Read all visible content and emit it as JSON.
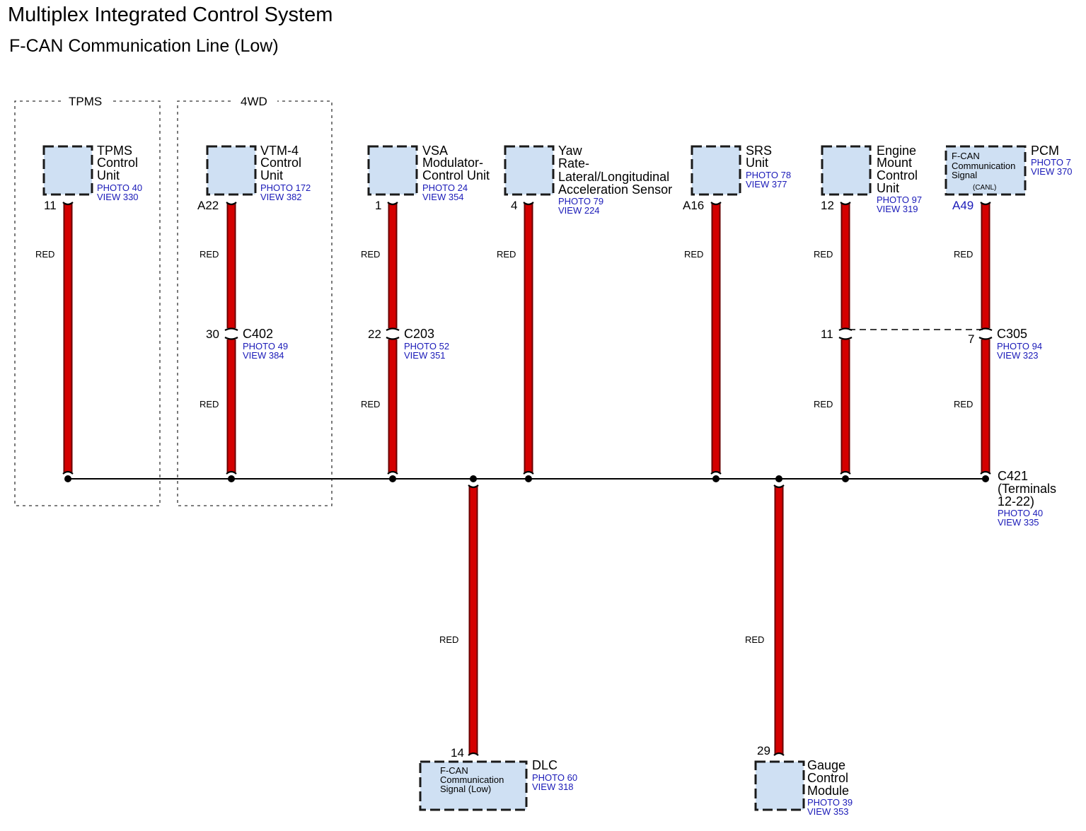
{
  "title": "Multiplex Integrated Control System",
  "subtitle": "F-CAN Communication Line (Low)",
  "groups": [
    {
      "label": "TPMS"
    },
    {
      "label": "4WD"
    }
  ],
  "components": [
    {
      "id": "tpms",
      "name": [
        "TPMS",
        "Control",
        "Unit"
      ],
      "photo": "PHOTO 40",
      "view": "VIEW 330",
      "pin": "11",
      "wire_color": "RED"
    },
    {
      "id": "vtm4",
      "name": [
        "VTM-4",
        "Control",
        "Unit"
      ],
      "photo": "PHOTO 172",
      "view": "VIEW 382",
      "pin": "A22",
      "wire_color": "RED",
      "wire_color_lower": "RED"
    },
    {
      "id": "vsa",
      "name": [
        "VSA",
        "Modulator-",
        "Control Unit"
      ],
      "photo": "PHOTO 24",
      "view": "VIEW 354",
      "pin": "1",
      "wire_color": "RED",
      "wire_color_lower": "RED"
    },
    {
      "id": "yaw",
      "name": [
        "Yaw",
        "Rate-",
        "Lateral/Longitudinal",
        "Acceleration Sensor"
      ],
      "photo": "PHOTO 79",
      "view": "VIEW 224",
      "pin": "4",
      "wire_color": "RED"
    },
    {
      "id": "srs",
      "name": [
        "SRS",
        "Unit"
      ],
      "photo": "PHOTO 78",
      "view": "VIEW 377",
      "pin": "A16",
      "wire_color": "RED"
    },
    {
      "id": "emcu",
      "name": [
        "Engine",
        "Mount",
        "Control",
        "Unit"
      ],
      "photo": "PHOTO 97",
      "view": "VIEW 319",
      "pin": "12",
      "wire_color": "RED",
      "wire_color_lower": "RED"
    },
    {
      "id": "pcm",
      "name": [
        "PCM"
      ],
      "box_text": [
        "F-CAN",
        "Communication",
        "Signal"
      ],
      "box_note": "(CANL)",
      "photo": "PHOTO 7",
      "view": "VIEW 370",
      "pin": "A49",
      "wire_color": "RED",
      "wire_color_lower": "RED"
    },
    {
      "id": "dlc",
      "name": [
        "DLC"
      ],
      "box_text": [
        "F-CAN",
        "Communication",
        "Signal (Low)"
      ],
      "photo": "PHOTO 60",
      "view": "VIEW 318",
      "pin": "14",
      "wire_color": "RED"
    },
    {
      "id": "gcm",
      "name": [
        "Gauge",
        "Control",
        "Module"
      ],
      "photo": "PHOTO 39",
      "view": "VIEW 353",
      "pin": "29",
      "wire_color": "RED"
    }
  ],
  "connectors": [
    {
      "id": "c402",
      "name": "C402",
      "photo": "PHOTO 49",
      "view": "VIEW 384",
      "pin": "30"
    },
    {
      "id": "c203",
      "name": "C203",
      "photo": "PHOTO 52",
      "view": "VIEW 351",
      "pin": "22"
    },
    {
      "id": "c305",
      "name": "C305",
      "photo": "PHOTO 94",
      "view": "VIEW 323",
      "pins": [
        "11",
        "7"
      ]
    },
    {
      "id": "c421",
      "name": "C421",
      "note": [
        "(Terminals",
        "12-22)"
      ],
      "photo": "PHOTO 40",
      "view": "VIEW 335"
    }
  ]
}
